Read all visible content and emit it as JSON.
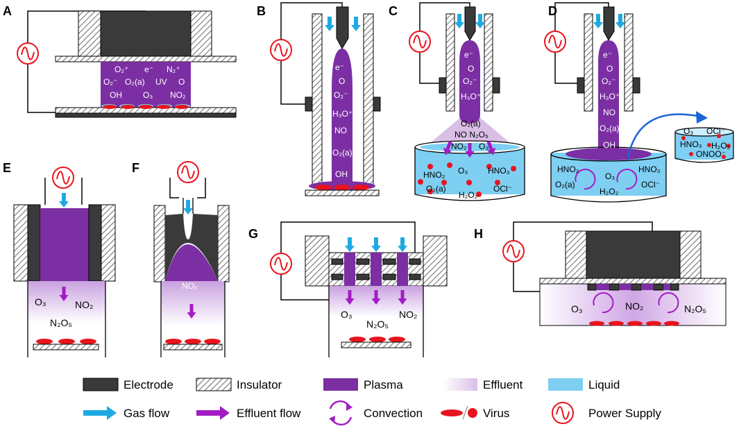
{
  "panels": [
    "A",
    "B",
    "C",
    "D",
    "E",
    "F",
    "G",
    "H"
  ],
  "species": {
    "A": [
      [
        "O₂⁺",
        "e⁻",
        "N₂⁺"
      ],
      [
        "O₂⁻",
        "O₂(a)",
        "UV",
        "O"
      ],
      [
        "OH",
        "O₃",
        "NO₂"
      ]
    ],
    "B": [
      "e⁻",
      "O",
      "O₂⁻",
      "H₃O⁺",
      "NO",
      "O₂(a)",
      "OH"
    ],
    "C_jet": [
      "e⁻",
      "O",
      "O₂⁻",
      "H₃O⁺"
    ],
    "C_cone": [
      "O₂(a)",
      "NO  N₂O₅",
      "NO₂",
      "O₃"
    ],
    "C_liquid": [
      "HNO₂",
      "O₃",
      "HNO₃",
      "O₂(a)",
      "H₂O₂",
      "OCl⁻"
    ],
    "D_jet": [
      "e⁻",
      "O",
      "O₂⁻",
      "H₃O⁺",
      "NO",
      "O₂(a)",
      "OH"
    ],
    "D_liquid": [
      "HNO₂",
      "O₃",
      "HNO₃",
      "O₂(a)",
      "H₂O₂",
      "OCl⁻"
    ],
    "D_dish": [
      "O₃",
      "OCl⁻",
      "HNO₃",
      "H₂O₂",
      "ONOO⁻"
    ],
    "E": [
      "O₃",
      "NO₂",
      "N₂O₅"
    ],
    "F": [
      "NOₓ"
    ],
    "G": [
      "O₃",
      "N₂O₅",
      "NO₂"
    ],
    "H": [
      "O₃",
      "NO₂",
      "N₂O₅"
    ]
  },
  "legend": [
    {
      "label": "Electrode",
      "icon": "electrode-swatch"
    },
    {
      "label": "Insulator",
      "icon": "insulator-swatch"
    },
    {
      "label": "Plasma",
      "icon": "plasma-swatch"
    },
    {
      "label": "Effluent",
      "icon": "effluent-swatch"
    },
    {
      "label": "Liquid",
      "icon": "liquid-swatch"
    },
    {
      "label": "Gas flow",
      "icon": "gas-flow-arrow-icon"
    },
    {
      "label": "Effluent flow",
      "icon": "effluent-flow-arrow-icon"
    },
    {
      "label": "Convection",
      "icon": "convection-icon"
    },
    {
      "label": "Virus",
      "icon": "virus-icon"
    },
    {
      "label": "Power Supply",
      "icon": "power-supply-icon"
    }
  ],
  "colors": {
    "electrode": "#3a3a3a",
    "plasma": "#7b2fa3",
    "effluent": "#d9bfe6",
    "liquid": "#7ecff2",
    "gas_flow": "#1fa9e1",
    "effluent_flow": "#a21cc4",
    "virus": "#e8141d",
    "power": "#e8141d"
  }
}
